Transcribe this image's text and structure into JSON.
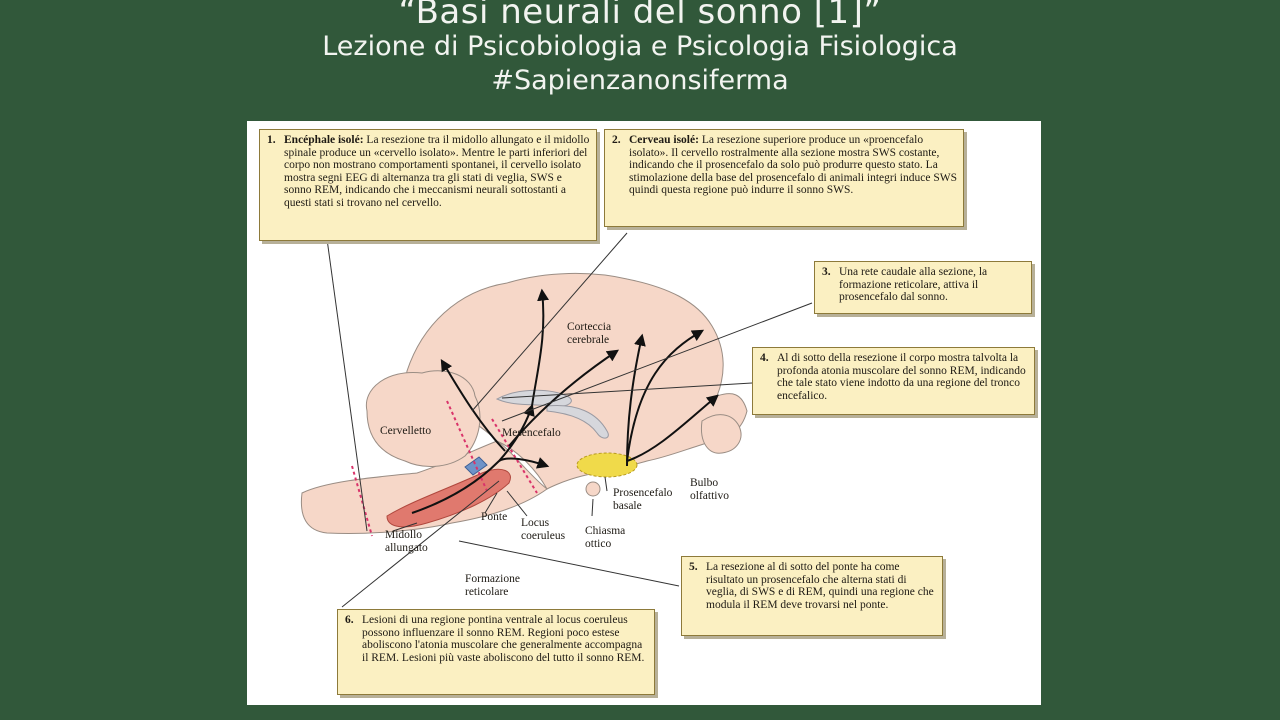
{
  "title": {
    "line1": "“Basi neurali del sonno [1]”",
    "line2": "Lezione di Psicobiologia e Psicologia Fisiologica",
    "line3": "#Sapienzanonsiferma"
  },
  "boxes": [
    {
      "num": "1.",
      "head": "Encéphale isolé:",
      "text": " La resezione tra il midollo allungato e il midollo spinale produce un «cervello isolato». Mentre le parti inferiori del corpo non mostrano comportamenti spontanei, il cervello isolato mostra segni EEG di alternanza tra gli stati di veglia, SWS e sonno REM, indicando che i meccanismi neurali sottostanti a questi stati si trovano nel cervello."
    },
    {
      "num": "2.",
      "head": "Cerveau isolé:",
      "text": " La resezione superiore produce un «proencefalo isolato». Il cervello rostralmente alla sezione mostra SWS costante, indicando che il prosencefalo da solo può produrre questo stato. La stimolazione della base del prosencefalo di animali integri induce SWS quindi questa regione può indurre il sonno SWS."
    },
    {
      "num": "3.",
      "head": "",
      "text": "Una rete caudale alla sezione, la formazione reticolare, attiva il prosencefalo dal sonno."
    },
    {
      "num": "4.",
      "head": "",
      "text": "Al di sotto della resezione il corpo mostra talvolta la profonda atonia muscolare del sonno REM, indicando che tale stato viene indotto da una regione del tronco encefalico."
    },
    {
      "num": "5.",
      "head": "",
      "text": "La resezione al di sotto del ponte ha come risultato un prosencefalo che alterna stati di veglia, di SWS e di REM, quindi una regione che modula il REM deve trovarsi nel ponte."
    },
    {
      "num": "6.",
      "head": "",
      "text": "Lesioni di una regione pontina ventrale al locus coeruleus possono influenzare il sonno REM. Regioni poco estese aboliscono l'atonia muscolare che generalmente accompagna il REM. Lesioni più vaste aboliscono del tutto il sonno REM."
    }
  ],
  "labels": {
    "corteccia": "Corteccia\ncerebrale",
    "cervelletto": "Cervelletto",
    "mesencefalo": "Mesencefalo",
    "bulbo": "Bulbo\nolfattivo",
    "prosencefalo": "Prosencefalo\nbasale",
    "chiasma": "Chiasma\nottico",
    "locus": "Locus\ncoeruleus",
    "ponte": "Ponte",
    "midollo": "Midollo\nallungato",
    "formazione": "Formazione\nreticolare"
  },
  "colors": {
    "background": "#31583a",
    "brain": "#f6d7c8",
    "box_fill": "#fbf0c2",
    "reticular": "#e0796e",
    "basal_forebrain": "#f0da4a",
    "locus": "#6f93c8",
    "cut_line": "#d9336a"
  }
}
